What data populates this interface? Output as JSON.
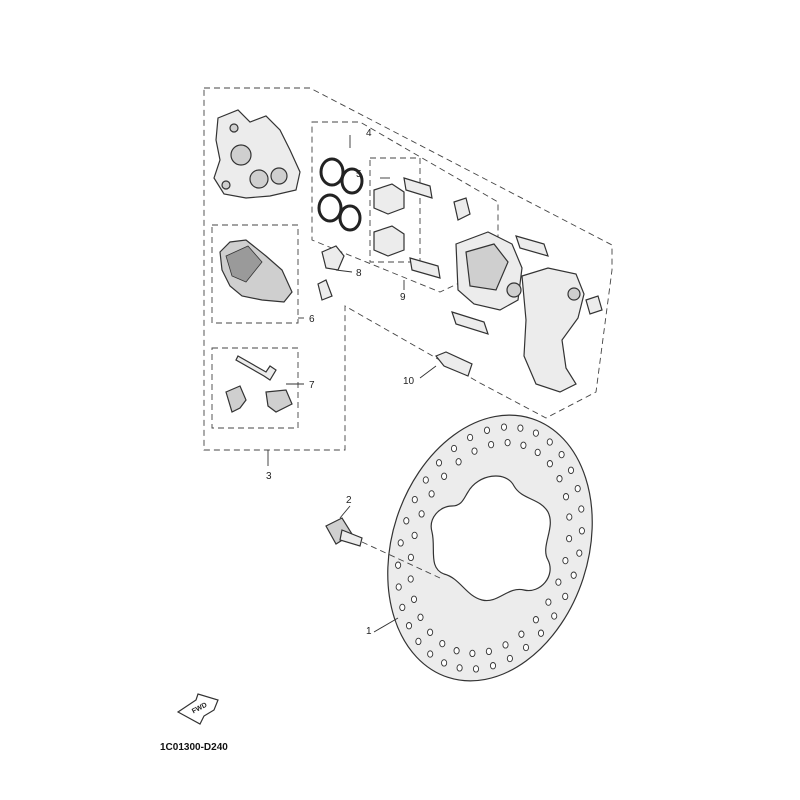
{
  "callouts": {
    "c1": "1",
    "c2": "2",
    "c3": "3",
    "c4": "4",
    "c5": "5",
    "c6": "6",
    "c7": "7",
    "c8": "8",
    "c9": "9",
    "c10": "10"
  },
  "direction_arrow": "FWD",
  "diagram_code": "1C01300-D240"
}
